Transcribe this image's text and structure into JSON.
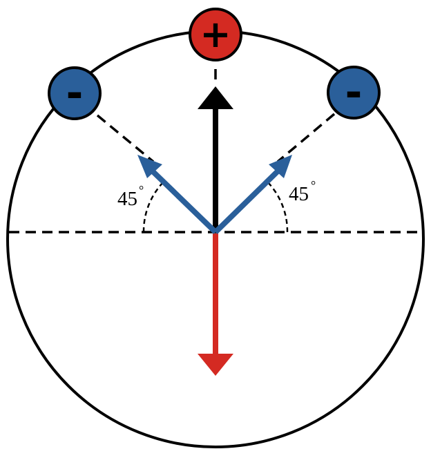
{
  "colors": {
    "positive": "#d42a22",
    "negative": "#2a5f9a",
    "outline": "#000000",
    "background": "#ffffff"
  },
  "charges": {
    "top": {
      "sign": "+",
      "polarity": "positive"
    },
    "left": {
      "sign": "-",
      "polarity": "negative"
    },
    "right": {
      "sign": "-",
      "polarity": "negative"
    }
  },
  "angles": {
    "left": {
      "label": "45",
      "degree_mark": "°"
    },
    "right": {
      "label": "45",
      "degree_mark": "°"
    }
  }
}
